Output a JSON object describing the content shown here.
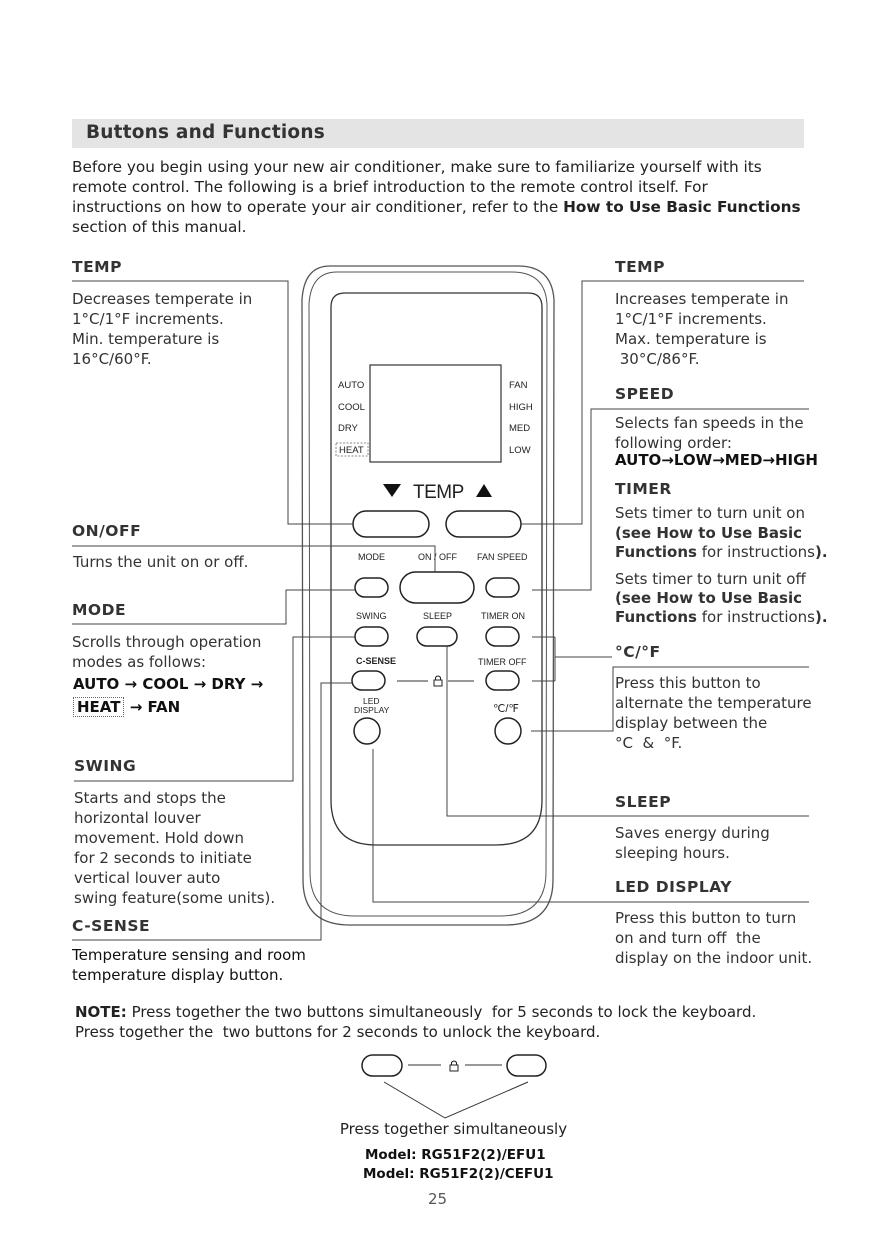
{
  "header": {
    "title": "Buttons and Functions"
  },
  "intro": {
    "text": "Before you begin using your new air conditioner, make sure to familiarize yourself with its remote control. The following is a brief introduction to the remote control itself. For instructions on how to operate your air conditioner, refer to the ",
    "bold": "How to Use Basic Functions",
    "tail": " section of this manual."
  },
  "left": {
    "temp": {
      "label": "TEMP",
      "lines": [
        "Decreases temperate in",
        "1°C/1°F increments.",
        "Min. temperature is",
        "16°C/60°F."
      ]
    },
    "onoff": {
      "label": "ON/OFF",
      "desc": "Turns the unit on or off."
    },
    "mode": {
      "label": "MODE",
      "lines": [
        "Scrolls through operation",
        "modes as follows:"
      ],
      "seq1": "AUTO → COOL → DRY →",
      "seq2_heat": "HEAT",
      "seq2_rest": " → FAN"
    },
    "swing": {
      "label": "SWING",
      "lines": [
        "Starts and stops the",
        "horizontal louver",
        "movement. Hold down",
        "for 2 seconds to initiate",
        "vertical louver auto",
        "swing feature(some units)."
      ]
    },
    "csense": {
      "label": "C-SENSE",
      "lines": [
        "Temperature sensing and room",
        "temperature display button."
      ]
    }
  },
  "right": {
    "temp": {
      "label": "TEMP",
      "lines": [
        "Increases temperate in",
        "1°C/1°F increments.",
        "Max. temperature is",
        " 30°C/86°F."
      ]
    },
    "speed": {
      "label": "SPEED",
      "lines": [
        "Selects fan speeds in the",
        "following order:"
      ],
      "seq": "AUTO→LOW→MED→HIGH"
    },
    "timer": {
      "label": "TIMER",
      "on_text": "Sets timer to turn unit on",
      "on_bold1": "(see How to Use Basic",
      "on_bold2": "Functions",
      "on_tail": " for instructions",
      "on_end": ").",
      "off_text": "Sets timer to turn unit off",
      "off_bold1": "(see How to Use Basic",
      "off_bold2": "Functions",
      "off_tail": " for instructions",
      "off_end": ")."
    },
    "cf": {
      "label": "°C/°F",
      "lines": [
        "Press this button to",
        "alternate the temperature",
        "display between the",
        "°C  &  °F."
      ]
    },
    "sleep": {
      "label": "SLEEP",
      "lines": [
        "Saves energy during",
        "sleeping hours."
      ]
    },
    "led": {
      "label": "LED DISPLAY",
      "lines": [
        "Press this button to turn",
        "on and turn off  the",
        "display on the indoor unit."
      ]
    }
  },
  "remote": {
    "modes_left": [
      "AUTO",
      "COOL",
      "DRY",
      "HEAT"
    ],
    "modes_right": [
      "FAN",
      "HIGH",
      "MED",
      "LOW"
    ],
    "temp_label": "TEMP",
    "row1": [
      "MODE",
      "ON / OFF",
      "FAN SPEED"
    ],
    "row2": [
      "SWING",
      "SLEEP",
      "TIMER ON"
    ],
    "row3": [
      "C-SENSE",
      "TIMER OFF"
    ],
    "led_line1": "LED",
    "led_line2": "DISPLAY",
    "cf_label": "℃/℉"
  },
  "note": {
    "bold": "NOTE:",
    "line1": " Press together the two buttons simultaneously  for 5 seconds to lock the keyboard.",
    "line2": "Press together the  two buttons for 2 seconds to unlock the keyboard."
  },
  "lock_diagram": {
    "caption": "Press together simultaneously"
  },
  "models": [
    "Model: RG51F2(2)/EFU1",
    "Model: RG51F2(2)/CEFU1"
  ],
  "page_number": "25"
}
